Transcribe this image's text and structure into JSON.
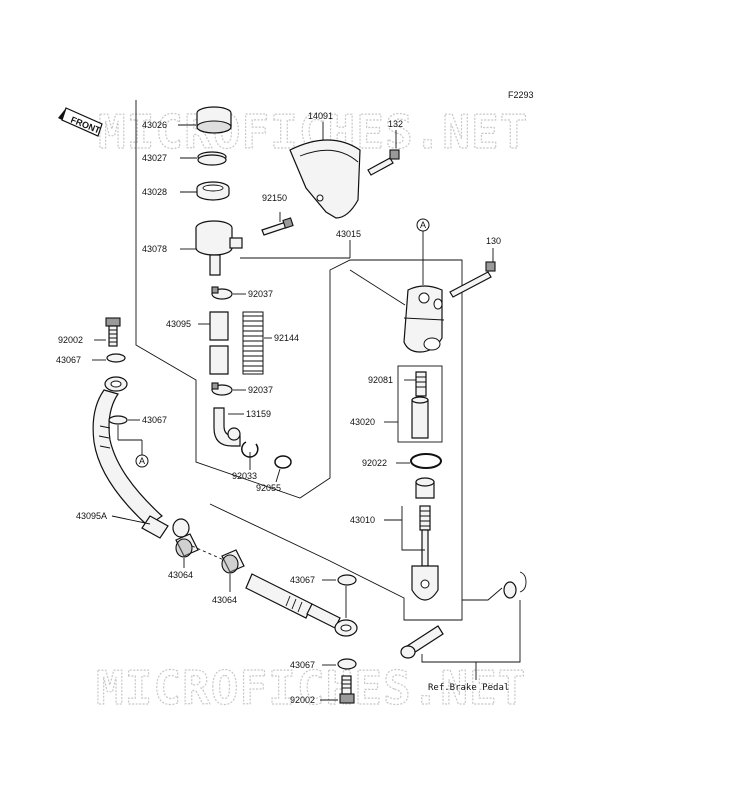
{
  "figure_code": "F2293",
  "front_marker": "FRONT",
  "watermark": "MICROFICHES.NET",
  "ref_marker": "A",
  "note": "Ref.Brake Pedal",
  "part_numbers": {
    "p43026": "43026",
    "p43027": "43027",
    "p43028": "43028",
    "p43078": "43078",
    "p14091": "14091",
    "p132": "132",
    "p92150": "92150",
    "p43015": "43015",
    "p130": "130",
    "p92037a": "92037",
    "p43095": "43095",
    "p92144": "92144",
    "p92037b": "92037",
    "p13159": "13159",
    "p92033": "92033",
    "p92055": "92055",
    "p92002a": "92002",
    "p43067a": "43067",
    "p43067b": "43067",
    "p43095A": "43095A",
    "p43064a": "43064",
    "p43064b": "43064",
    "p92081": "92081",
    "p43020": "43020",
    "p92022": "92022",
    "p43010": "43010",
    "p43067c": "43067",
    "p43067d": "43067",
    "p92002b": "92002"
  }
}
